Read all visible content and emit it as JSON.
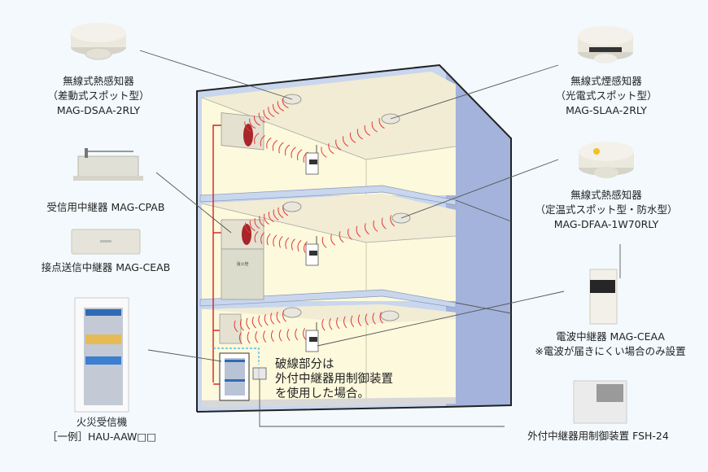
{
  "diagram": {
    "colors": {
      "background": "#f3f9fd",
      "building_side": "#a3b3db",
      "building_frame": "#c8d6ee",
      "room_wall": "#fdf9dc",
      "ceiling": "#f1ecd3",
      "wireless_wave": "#e2393b",
      "wiring": "#d32020",
      "dashed_wiring": "#3ab0e8",
      "leader_line": "#555555"
    },
    "devices": [
      {
        "id": "heat-detector-diff",
        "lines": [
          "無線式熱感知器",
          "（差動式スポット型）",
          "MAG-DSAA-2RLY"
        ]
      },
      {
        "id": "smoke-detector",
        "lines": [
          "無線式煙感知器",
          "（光電式スポット型）",
          "MAG-SLAA-2RLY"
        ]
      },
      {
        "id": "heat-detector-fixed",
        "lines": [
          "無線式熱感知器",
          "（定温式スポット型・防水型）",
          "MAG-DFAA-1W70RLY"
        ]
      },
      {
        "id": "receiver-relay",
        "lines": [
          "受信用中継器 MAG-CPAB"
        ]
      },
      {
        "id": "contact-relay",
        "lines": [
          "接点送信中継器 MAG-CEAB"
        ]
      },
      {
        "id": "fire-panel",
        "lines": [
          "火災受信機",
          "［一例］HAU-AAW□□"
        ]
      },
      {
        "id": "radio-relay",
        "lines": [
          "電波中継器 MAG-CEAA",
          "※電波が届きにくい場合のみ設置"
        ]
      },
      {
        "id": "external-controller",
        "lines": [
          "外付中継器用制御装置 FSH-24"
        ]
      }
    ],
    "note": [
      "破線部分は",
      "外付中継器用制御装置",
      "を使用した場合。"
    ],
    "hydrant_box_text": "消火栓"
  }
}
